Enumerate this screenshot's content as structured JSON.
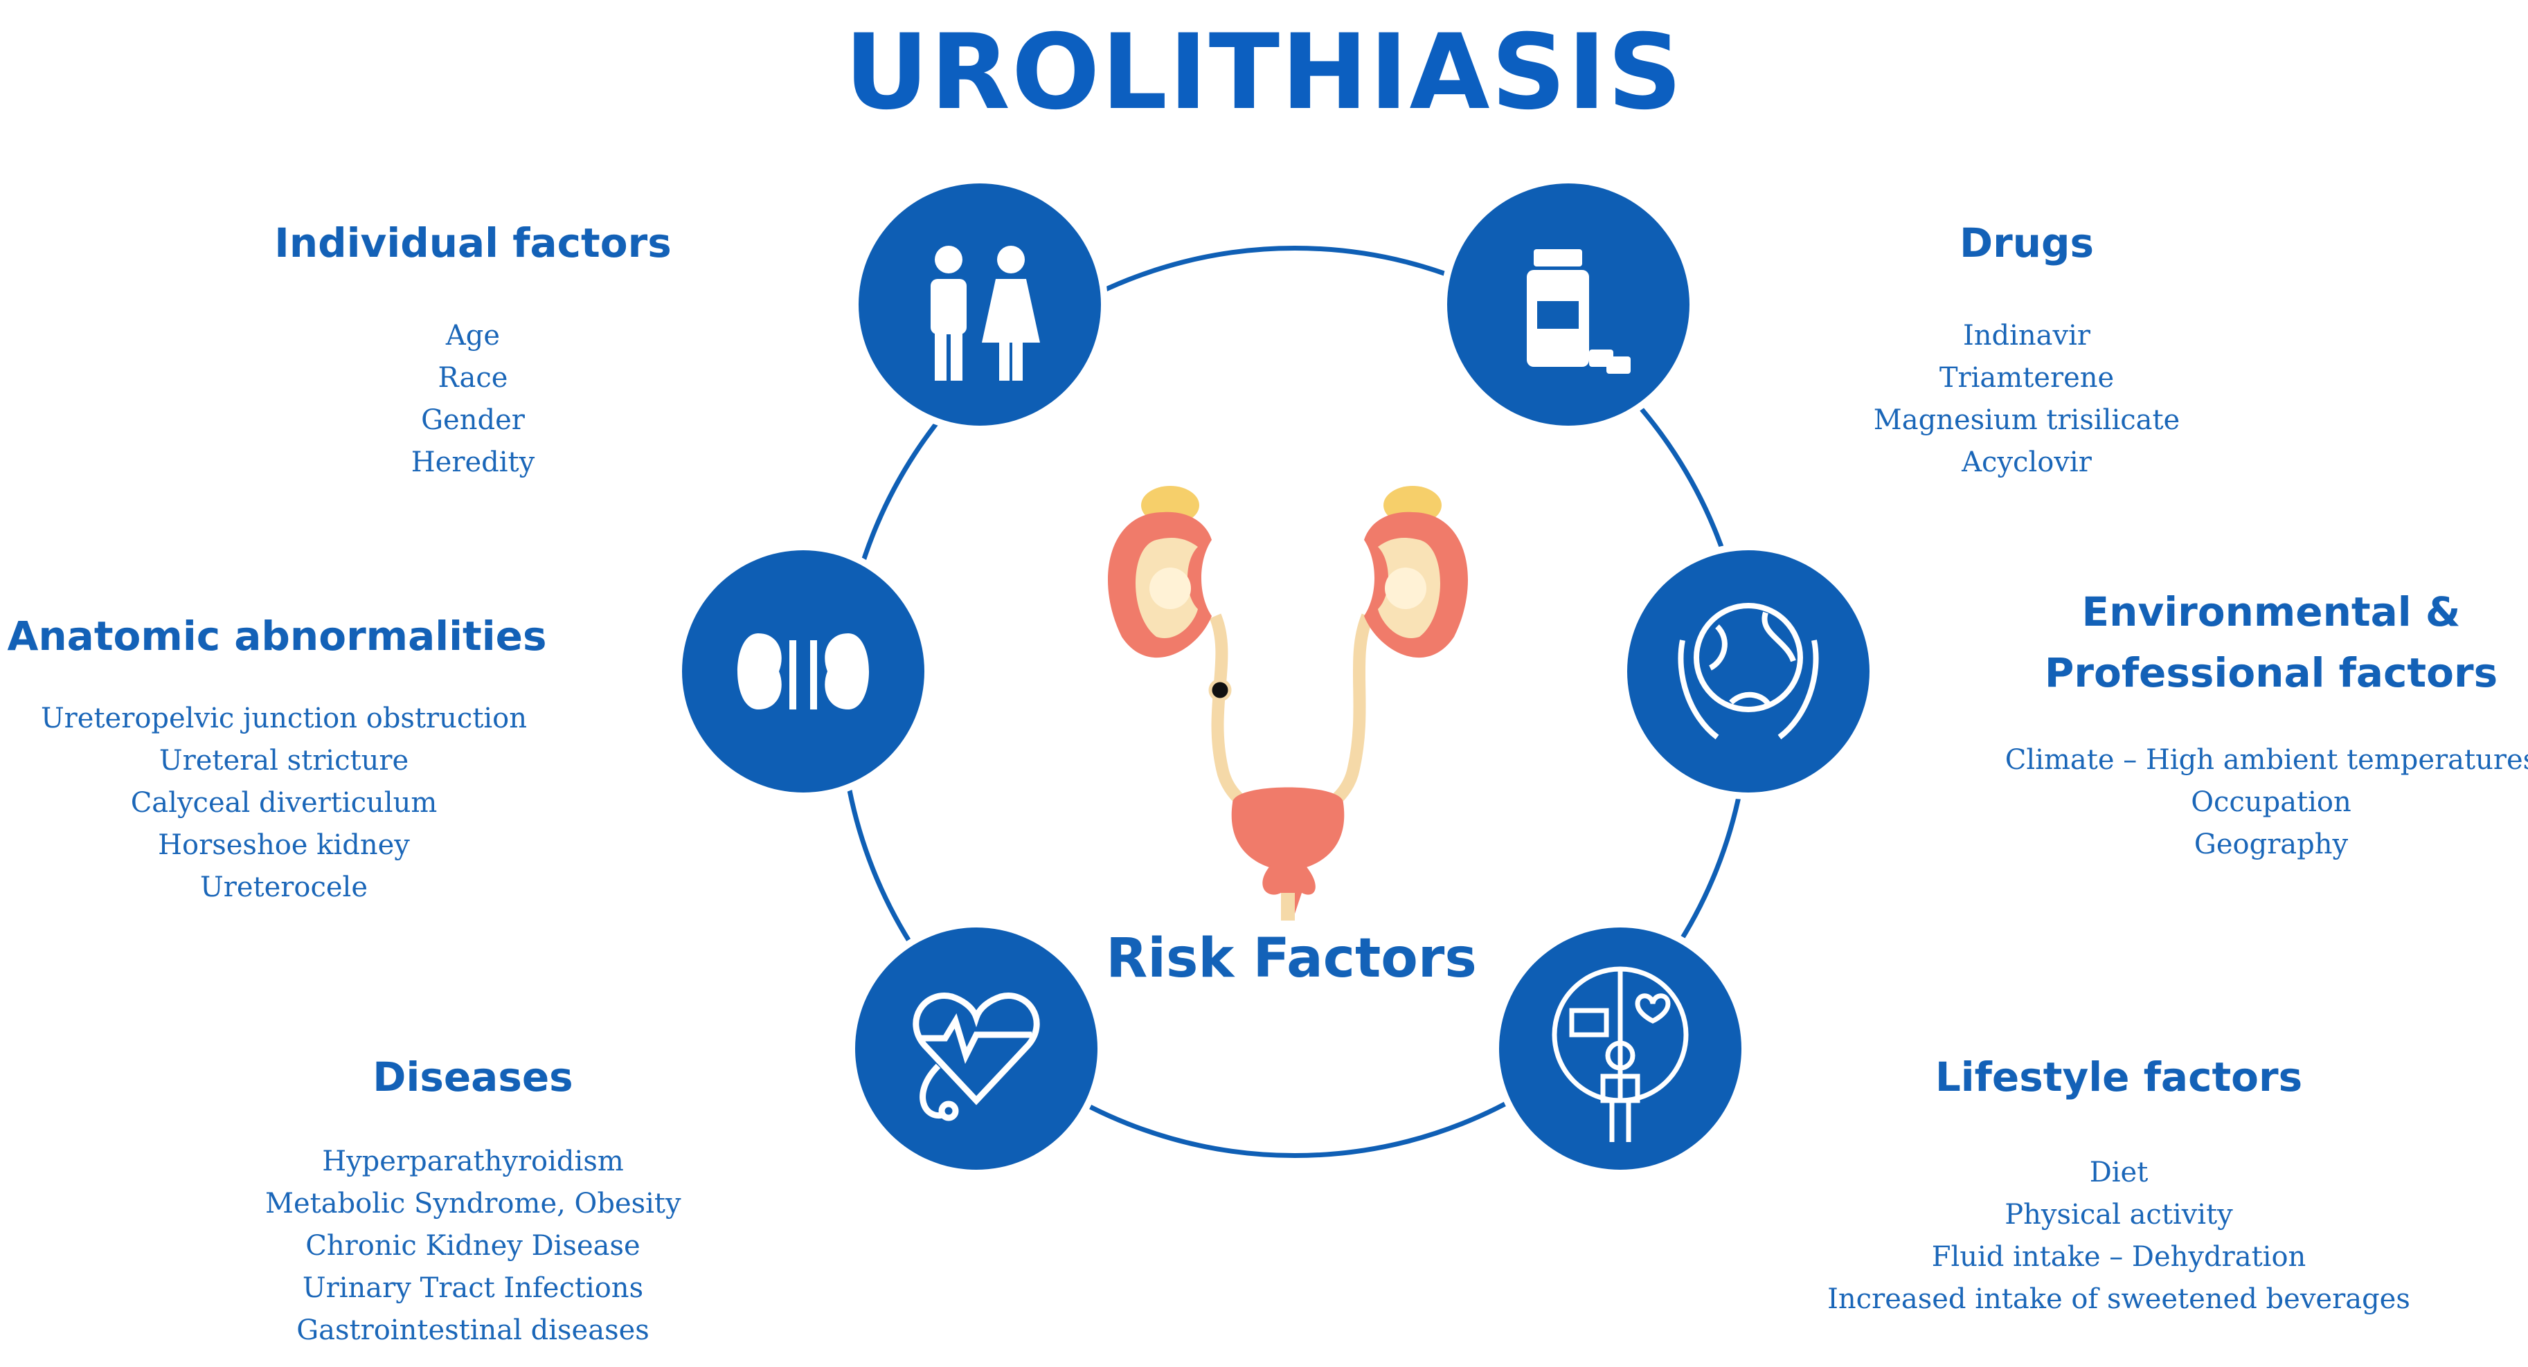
{
  "title": "UROLITHIASIS",
  "center_label": "Risk Factors",
  "groups": [
    {
      "heading": "Individual factors",
      "icon": "people-icon",
      "items": [
        "Age",
        "Race",
        "Gender",
        "Heredity"
      ]
    },
    {
      "heading": "Drugs",
      "icon": "pill-bottle-icon",
      "items": [
        "Indinavir",
        "Triamterene",
        "Magnesium trisilicate",
        "Acyclovir"
      ]
    },
    {
      "heading": "Anatomic abnormalities",
      "icon": "kidney-icon",
      "items": [
        "Ureteropelvic junction obstruction",
        "Ureteral stricture",
        "Calyceal diverticulum",
        "Horseshoe kidney",
        "Ureterocele"
      ]
    },
    {
      "heading_line1": "Environmental &",
      "heading_line2": "Professional factors",
      "icon": "globe-hands-icon",
      "items": [
        "Climate – High ambient temperatures",
        "Occupation",
        "Geography"
      ]
    },
    {
      "heading": "Diseases",
      "icon": "heart-stethoscope-icon",
      "items": [
        "Hyperparathyroidism",
        "Metabolic Syndrome, Obesity",
        "Chronic Kidney Disease",
        "Urinary Tract Infections",
        "Gastrointestinal diseases"
      ]
    },
    {
      "heading": "Lifestyle factors",
      "icon": "work-life-balance-icon",
      "items": [
        "Diet",
        "Physical activity",
        "Fluid intake – Dehydration",
        "Increased intake of sweetened beverages"
      ]
    }
  ],
  "colors": {
    "primary": "#0e5eb4",
    "kidney": "#f07b6a",
    "ureter": "#f5d9a8"
  }
}
